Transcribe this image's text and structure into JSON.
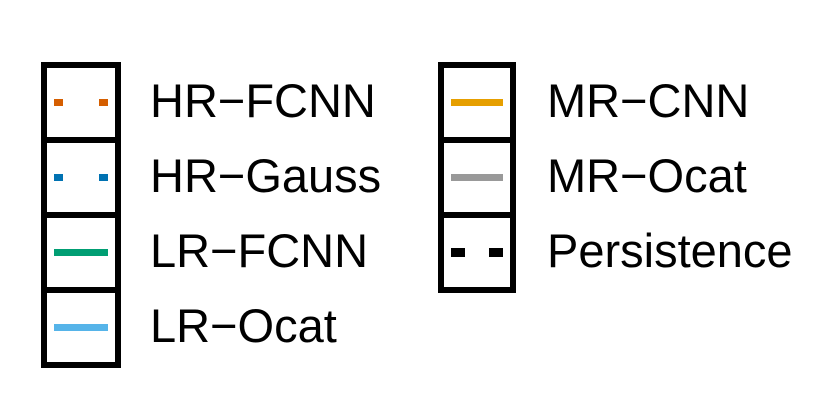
{
  "chart_data": {
    "type": "legend",
    "columns": [
      {
        "entries": [
          {
            "name": "HR−FCNN",
            "color": "#d55e00",
            "line_style": "dotted"
          },
          {
            "name": "HR−Gauss",
            "color": "#0072b2",
            "line_style": "dotted"
          },
          {
            "name": "LR−FCNN",
            "color": "#009e73",
            "line_style": "solid"
          },
          {
            "name": "LR−Ocat",
            "color": "#56b4e9",
            "line_style": "solid"
          }
        ]
      },
      {
        "entries": [
          {
            "name": "MR−CNN",
            "color": "#e69f00",
            "line_style": "solid"
          },
          {
            "name": "MR−Ocat",
            "color": "#999999",
            "line_style": "solid"
          },
          {
            "name": "Persistence",
            "color": "#000000",
            "line_style": "dashed"
          }
        ]
      }
    ]
  }
}
